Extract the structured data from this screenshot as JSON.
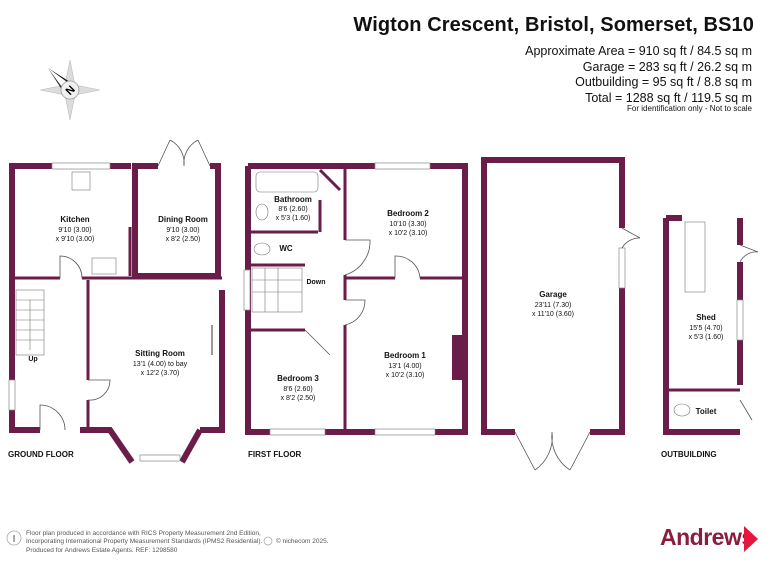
{
  "header": {
    "title": "Wigton Crescent, Bristol, Somerset, BS10",
    "area_lines": [
      "Approximate Area = 910 sq ft / 84.5 sq m",
      "Garage = 283 sq ft / 26.2 sq m",
      "Outbuilding = 95 sq ft / 8.8 sq m",
      "Total = 1288 sq ft / 119.5 sq m"
    ],
    "note": "For identification only - Not to scale"
  },
  "compass": {
    "letter": "N"
  },
  "floors": {
    "ground": "GROUND FLOOR",
    "first": "FIRST FLOOR",
    "outbuilding": "OUTBUILDING"
  },
  "rooms": {
    "kitchen": {
      "name": "Kitchen",
      "dim1": "9'10 (3.00)",
      "dim2": "x 9'10 (3.00)"
    },
    "dining": {
      "name": "Dining Room",
      "dim1": "9'10 (3.00)",
      "dim2": "x 8'2 (2.50)"
    },
    "sitting": {
      "name": "Sitting Room",
      "dim1": "13'1 (4.00) to bay",
      "dim2": "x 12'2 (3.70)"
    },
    "bathroom": {
      "name": "Bathroom",
      "dim1": "8'6 (2.60)",
      "dim2": "x 5'3 (1.60)"
    },
    "wc": {
      "name": "WC"
    },
    "bedroom2": {
      "name": "Bedroom 2",
      "dim1": "10'10 (3.30)",
      "dim2": "x 10'2 (3.10)"
    },
    "bedroom1": {
      "name": "Bedroom 1",
      "dim1": "13'1 (4.00)",
      "dim2": "x 10'2 (3.10)"
    },
    "bedroom3": {
      "name": "Bedroom 3",
      "dim1": "8'6 (2.60)",
      "dim2": "x 8'2 (2.50)"
    },
    "garage": {
      "name": "Garage",
      "dim1": "23'11 (7.30)",
      "dim2": "x 11'10 (3.60)"
    },
    "shed": {
      "name": "Shed",
      "dim1": "15'5 (4.70)",
      "dim2": "x 5'3 (1.60)"
    },
    "toilet": {
      "name": "Toilet"
    }
  },
  "stairs": {
    "up": "Up",
    "down": "Down"
  },
  "footer": {
    "lines": [
      "Floor plan produced in accordance with RICS Property Measurement 2nd Edition,",
      "Incorporating International Property Measurement Standards (IPMS2 Residential).",
      "Produced for Andrews Estate Agents.   REF: 1298580"
    ],
    "copyright": "© nichecom 2025.",
    "brand": "Andrews"
  },
  "colors": {
    "wall": "#6b1d4a",
    "brand": "#8b1d3f",
    "brand_accent": "#e5173f"
  }
}
